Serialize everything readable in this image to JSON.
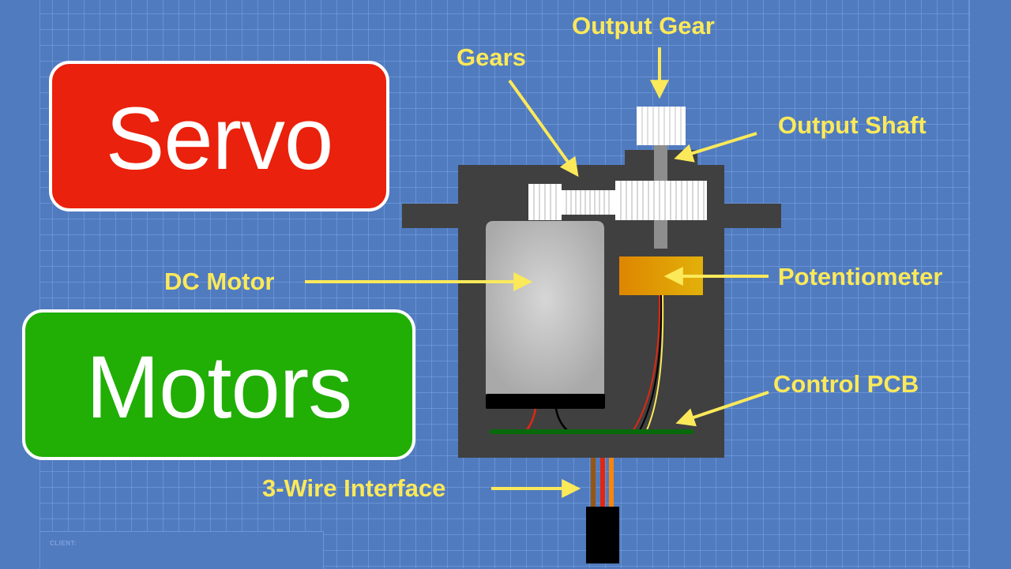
{
  "title": {
    "line1": "Servo",
    "line2": "Motors"
  },
  "labels": {
    "output_gear": "Output Gear",
    "gears": "Gears",
    "output_shaft": "Output Shaft",
    "dc_motor": "DC Motor",
    "potentiometer": "Potentiometer",
    "control_pcb": "Control PCB",
    "three_wire": "3-Wire Interface"
  },
  "title_block": {
    "client_label": "CLIENT:"
  },
  "colors": {
    "background": "#517bbf",
    "servo_box": "#ea210c",
    "motors_box": "#21ae05",
    "label_yellow": "#fbe95a",
    "housing": "#404040",
    "pcb": "#066a0a",
    "pot_left": "#de8600",
    "pot_right": "#e2b10a",
    "wire_brown": "#97560f",
    "wire_red": "#e3270f",
    "wire_orange": "#f7860e"
  }
}
